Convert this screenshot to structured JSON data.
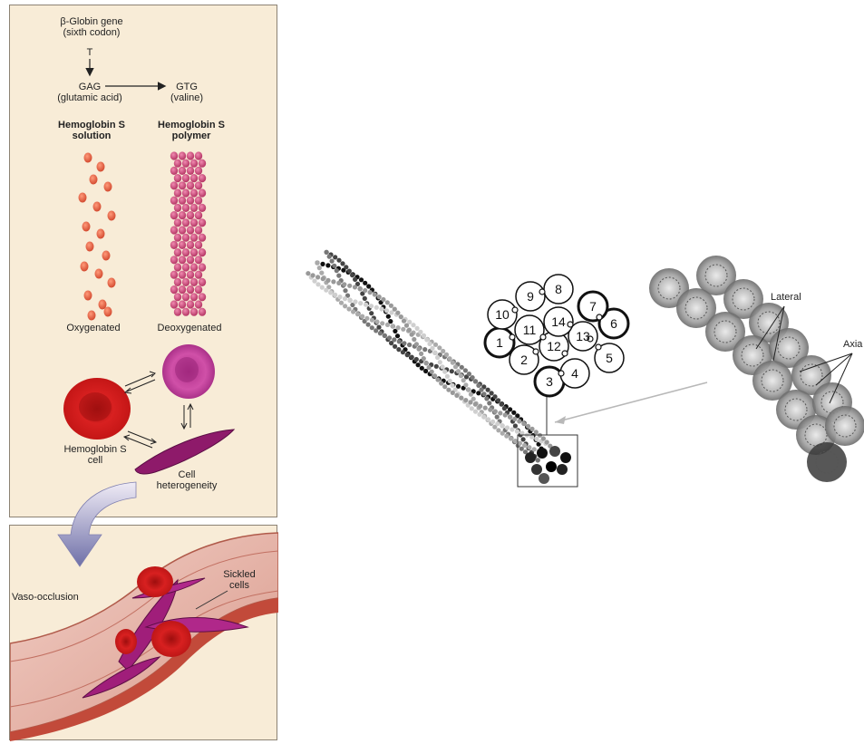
{
  "left_figure": {
    "gene": {
      "line1": "β-Globin gene",
      "line2": "(sixth codon)"
    },
    "base_T": "T",
    "codon_normal": {
      "codon": "GAG",
      "amino_acid": "(glutamic acid)"
    },
    "codon_mutant": {
      "codon": "GTG",
      "amino_acid": "(valine)"
    },
    "solution": {
      "line1": "Hemoglobin S",
      "line2": "solution"
    },
    "polymer": {
      "line1": "Hemoglobin S",
      "line2": "polymer"
    },
    "state_oxygenated": "Oxygenated",
    "state_deoxygenated": "Deoxygenated",
    "cell": {
      "line1": "Hemoglobin S",
      "line2": "cell"
    },
    "heterogeneity": {
      "line1": "Cell",
      "line2": "heterogeneity"
    },
    "vaso_occlusion": "Vaso-occlusion",
    "sickled": {
      "line1": "Sickled",
      "line2": "cells"
    }
  },
  "right_figure": {
    "strand_numbers": [
      "1",
      "2",
      "3",
      "4",
      "5",
      "6",
      "7",
      "8",
      "9",
      "10",
      "11",
      "12",
      "13",
      "14"
    ],
    "label_lateral": "Lateral",
    "label_axial": "Axia"
  },
  "colors": {
    "panel_bg": "#f8ecd7",
    "oxy_dot": "#e0563a",
    "deoxy_dot": "#c0406a",
    "rbc_red": "#c81818",
    "sickle_magenta": "#8e1a6a"
  }
}
